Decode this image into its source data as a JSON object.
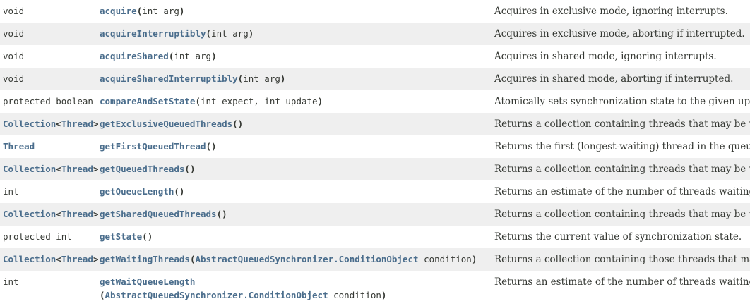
{
  "table": {
    "name": "method-summary-table",
    "colors": {
      "link": "#4a6d8c",
      "text": "#353833",
      "row_alt_background": "#efefef",
      "row_background": "#ffffff"
    },
    "rows": [
      {
        "type_tokens": [
          {
            "text": "void",
            "link": false
          }
        ],
        "method_name": "acquire",
        "method_link": true,
        "signature_parts": [
          {
            "text": "(",
            "kind": "punct"
          },
          {
            "text": "int arg",
            "kind": "param"
          },
          {
            "text": ")",
            "kind": "punct"
          }
        ],
        "description": "Acquires in exclusive mode, ignoring interrupts.",
        "wrapped": false
      },
      {
        "type_tokens": [
          {
            "text": "void",
            "link": false
          }
        ],
        "method_name": "acquireInterruptibly",
        "method_link": true,
        "signature_parts": [
          {
            "text": "(",
            "kind": "punct"
          },
          {
            "text": "int arg",
            "kind": "param"
          },
          {
            "text": ")",
            "kind": "punct"
          }
        ],
        "description": "Acquires in exclusive mode, aborting if interrupted.",
        "wrapped": false
      },
      {
        "type_tokens": [
          {
            "text": "void",
            "link": false
          }
        ],
        "method_name": "acquireShared",
        "method_link": true,
        "signature_parts": [
          {
            "text": "(",
            "kind": "punct"
          },
          {
            "text": "int arg",
            "kind": "param"
          },
          {
            "text": ")",
            "kind": "punct"
          }
        ],
        "description": "Acquires in shared mode, ignoring interrupts.",
        "wrapped": false
      },
      {
        "type_tokens": [
          {
            "text": "void",
            "link": false
          }
        ],
        "method_name": "acquireSharedInterruptibly",
        "method_link": true,
        "signature_parts": [
          {
            "text": "(",
            "kind": "punct"
          },
          {
            "text": "int arg",
            "kind": "param"
          },
          {
            "text": ")",
            "kind": "punct"
          }
        ],
        "description": "Acquires in shared mode, aborting if interrupted.",
        "wrapped": false
      },
      {
        "type_tokens": [
          {
            "text": "protected boolean",
            "link": false
          }
        ],
        "method_name": "compareAndSetState",
        "method_link": true,
        "signature_parts": [
          {
            "text": "(",
            "kind": "punct"
          },
          {
            "text": "int expect, int update",
            "kind": "param"
          },
          {
            "text": ")",
            "kind": "punct"
          }
        ],
        "description": "Atomically sets synchronization state to the given update",
        "wrapped": false
      },
      {
        "type_tokens": [
          {
            "text": "Collection",
            "link": true
          },
          {
            "text": "<",
            "link": false
          },
          {
            "text": "Thread",
            "link": true
          },
          {
            "text": ">",
            "link": false
          }
        ],
        "method_name": "getExclusiveQueuedThreads",
        "method_link": true,
        "signature_parts": [
          {
            "text": "()",
            "kind": "punct"
          }
        ],
        "description": "Returns a collection containing threads that may be waiti",
        "wrapped": false
      },
      {
        "type_tokens": [
          {
            "text": "Thread",
            "link": true
          }
        ],
        "method_name": "getFirstQueuedThread",
        "method_link": true,
        "signature_parts": [
          {
            "text": "()",
            "kind": "punct"
          }
        ],
        "description": "Returns the first (longest-waiting) thread in the queue, o",
        "wrapped": false
      },
      {
        "type_tokens": [
          {
            "text": "Collection",
            "link": true
          },
          {
            "text": "<",
            "link": false
          },
          {
            "text": "Thread",
            "link": true
          },
          {
            "text": ">",
            "link": false
          }
        ],
        "method_name": "getQueuedThreads",
        "method_link": true,
        "signature_parts": [
          {
            "text": "()",
            "kind": "punct"
          }
        ],
        "description": "Returns a collection containing threads that may be waiti",
        "wrapped": false
      },
      {
        "type_tokens": [
          {
            "text": "int",
            "link": false
          }
        ],
        "method_name": "getQueueLength",
        "method_link": true,
        "signature_parts": [
          {
            "text": "()",
            "kind": "punct"
          }
        ],
        "description": "Returns an estimate of the number of threads waiting to a",
        "wrapped": false
      },
      {
        "type_tokens": [
          {
            "text": "Collection",
            "link": true
          },
          {
            "text": "<",
            "link": false
          },
          {
            "text": "Thread",
            "link": true
          },
          {
            "text": ">",
            "link": false
          }
        ],
        "method_name": "getSharedQueuedThreads",
        "method_link": true,
        "signature_parts": [
          {
            "text": "()",
            "kind": "punct"
          }
        ],
        "description": "Returns a collection containing threads that may be waiti",
        "wrapped": false
      },
      {
        "type_tokens": [
          {
            "text": "protected int",
            "link": false
          }
        ],
        "method_name": "getState",
        "method_link": true,
        "signature_parts": [
          {
            "text": "()",
            "kind": "punct"
          }
        ],
        "description": "Returns the current value of synchronization state.",
        "wrapped": false
      },
      {
        "type_tokens": [
          {
            "text": "Collection",
            "link": true
          },
          {
            "text": "<",
            "link": false
          },
          {
            "text": "Thread",
            "link": true
          },
          {
            "text": ">",
            "link": false
          }
        ],
        "method_name": "getWaitingThreads",
        "method_link": true,
        "signature_parts": [
          {
            "text": "(",
            "kind": "punct"
          },
          {
            "text": "AbstractQueuedSynchronizer.ConditionObject",
            "kind": "typelink"
          },
          {
            "text": " condition",
            "kind": "param"
          },
          {
            "text": ")",
            "kind": "punct"
          }
        ],
        "description": "Returns a collection containing those threads that may be",
        "wrapped": false
      },
      {
        "type_tokens": [
          {
            "text": "int",
            "link": false
          }
        ],
        "method_name": "getWaitQueueLength",
        "method_link": true,
        "signature_parts": [
          {
            "text": "(",
            "kind": "punct"
          },
          {
            "text": "AbstractQueuedSynchronizer.ConditionObject",
            "kind": "typelink"
          },
          {
            "text": " condition",
            "kind": "param"
          },
          {
            "text": ")",
            "kind": "punct"
          }
        ],
        "description": "Returns an estimate of the number of threads waiting on",
        "wrapped": true
      }
    ]
  }
}
